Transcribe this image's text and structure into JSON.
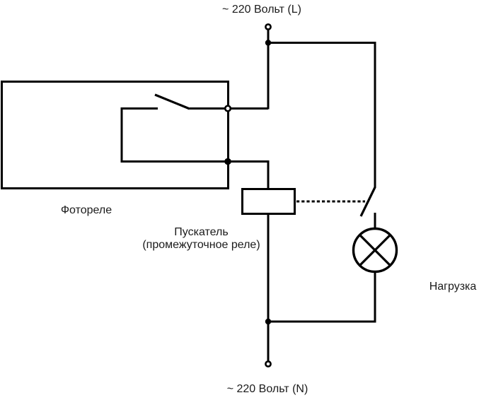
{
  "page": {
    "background_color": "#ffffff",
    "wire_color": "#000000",
    "text_color": "#1b1b1b"
  },
  "diagram": {
    "type": "electrical-schematic",
    "labels": {
      "line_l": "~ 220 Вольт (L)",
      "line_n": "~ 220 Вольт (N)",
      "photorelay": "Фотореле",
      "starter_line1": "Пускатель",
      "starter_line2": "(промежуточное реле)",
      "load": "Нагрузка"
    },
    "components": {
      "photorelay_box": "Фотореле",
      "relay_coil_box": "Пускатель (промежуточное реле)",
      "lamp": "Нагрузка",
      "terminal_top": "~ 220 Вольт (L)",
      "terminal_bottom": "~ 220 Вольт (N)"
    }
  }
}
